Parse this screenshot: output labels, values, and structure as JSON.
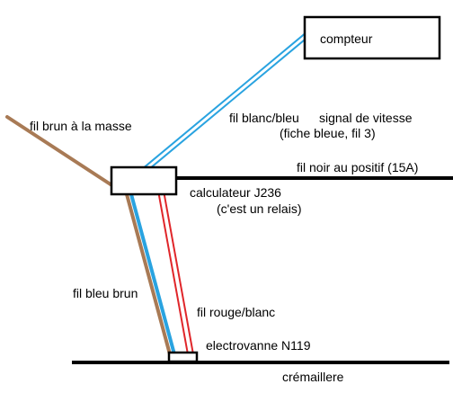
{
  "diagram": {
    "boxes": {
      "compteur": "compteur",
      "calculateur": "",
      "electrovanne": ""
    },
    "labels": {
      "fil_brun_masse": "fil brun à la masse",
      "fil_blanc_bleu": "fil blanc/bleu",
      "signal_vitesse": "signal de vitesse",
      "fiche_bleue": "(fiche bleue, fil 3)",
      "fil_noir": "fil noir au positif (15A)",
      "calculateur_j236": "calculateur J236",
      "relais": "(c'est un relais)",
      "fil_bleu_brun": "fil bleu brun",
      "fil_rouge_blanc": "fil rouge/blanc",
      "electrovanne_n119": "electrovanne N119",
      "cremaillere": "crémaillere"
    },
    "wire_colors": {
      "brown": "#a87a55",
      "blue": "#29a3e0",
      "red": "#e0262a",
      "black": "#000000"
    }
  }
}
